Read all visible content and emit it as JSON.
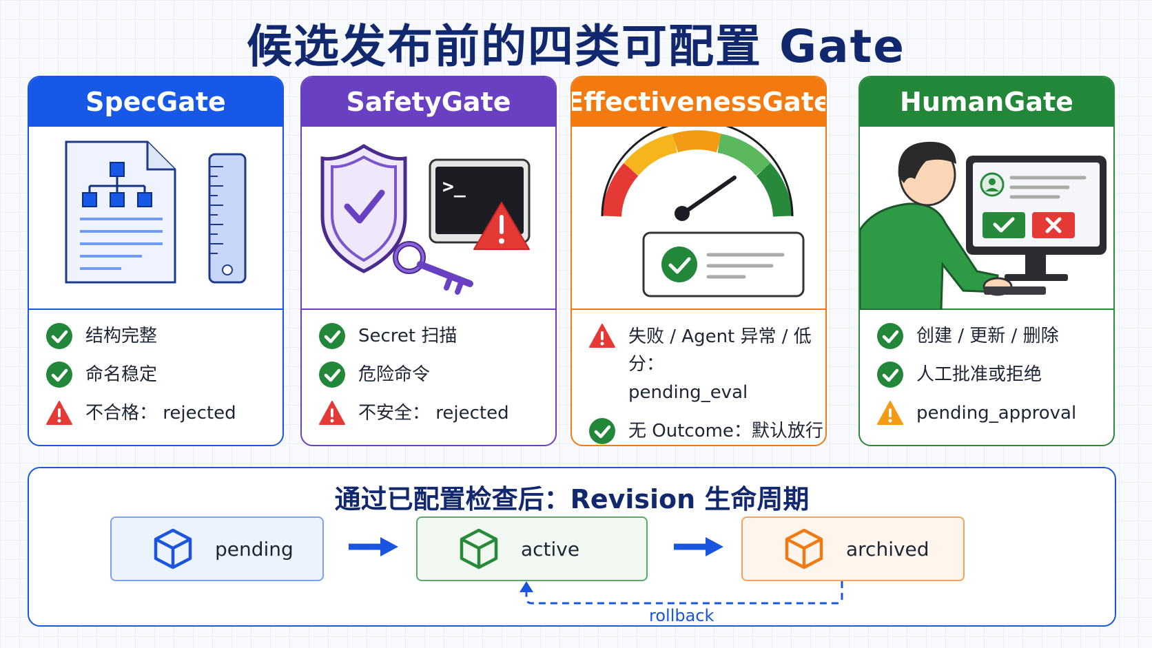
{
  "title": "候选发布前的四类可配置 Gate",
  "cards": [
    {
      "name": "SpecGate",
      "items": [
        {
          "icon": "check-icon",
          "text": "结构完整"
        },
        {
          "icon": "check-icon",
          "text": "命名稳定"
        },
        {
          "icon": "warning-icon",
          "text": "不合格： rejected"
        }
      ]
    },
    {
      "name": "SafetyGate",
      "items": [
        {
          "icon": "check-icon",
          "text": "Secret 扫描"
        },
        {
          "icon": "check-icon",
          "text": "危险命令"
        },
        {
          "icon": "warning-icon",
          "text": "不安全： rejected"
        }
      ]
    },
    {
      "name": "EffectivenessGate",
      "items": [
        {
          "icon": "warning-icon",
          "text": "失败 / Agent 异常 / 低分：",
          "text2": "pending_eval"
        },
        {
          "icon": "check-icon",
          "text": "无 Outcome：默认放行"
        }
      ]
    },
    {
      "name": "HumanGate",
      "items": [
        {
          "icon": "check-icon",
          "text": "创建 / 更新 / 删除"
        },
        {
          "icon": "check-icon",
          "text": "人工批准或拒绝"
        },
        {
          "icon": "warning-orange-icon",
          "text": "pending_approval"
        }
      ]
    }
  ],
  "lifecycle": {
    "title": "通过已配置检查后：Revision 生命周期",
    "states": [
      {
        "label": "pending",
        "color": "#1a55e0"
      },
      {
        "label": "active",
        "color": "#278a3a"
      },
      {
        "label": "archived",
        "color": "#f07a14"
      }
    ],
    "rollback_label": "rollback"
  },
  "colors": {
    "spec": "#1758e6",
    "safety": "#6a40c2",
    "effectiveness": "#f47a10",
    "human": "#23873a",
    "check": "#23873a",
    "warning": "#e53935"
  }
}
